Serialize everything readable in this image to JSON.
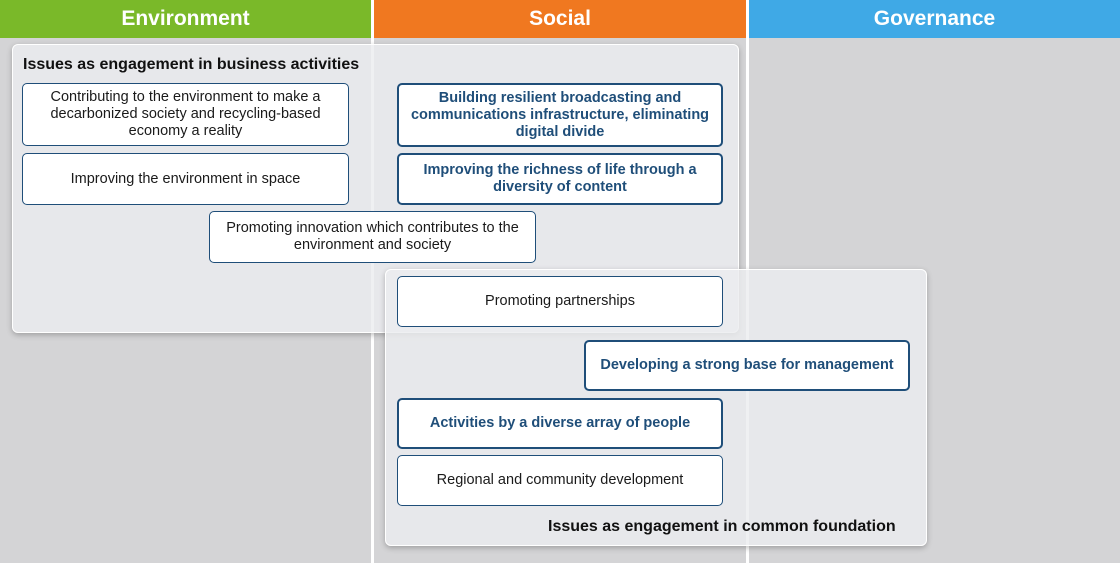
{
  "columns": {
    "environment": {
      "label": "Environment",
      "color": "#7ab929"
    },
    "social": {
      "label": "Social",
      "color": "#f07820"
    },
    "governance": {
      "label": "Governance",
      "color": "#3fa9e6"
    }
  },
  "panels": {
    "business": {
      "title": "Issues as engagement in business activities"
    },
    "foundation": {
      "title": "Issues as engagement in common foundation"
    }
  },
  "issues": {
    "decarbonized": "Contributing to the environment to make a decarbonized society and recycling-based economy a reality",
    "space": "Improving the environment in space",
    "broadcasting": "Building resilient broadcasting and communications infrastructure, eliminating digital divide",
    "content": "Improving the richness of life through a diversity of content",
    "innovation": "Promoting innovation which contributes to the environment and society",
    "partnerships": "Promoting partnerships",
    "management": "Developing a strong base for management",
    "diverse_people": "Activities by a diverse array of people",
    "community": "Regional and community development"
  }
}
